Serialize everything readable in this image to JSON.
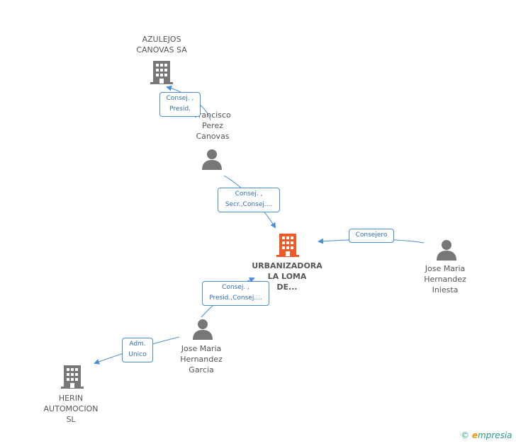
{
  "nodes": {
    "azulejos": {
      "label": "AZULEJOS\nCANOVAS SA"
    },
    "francisco": {
      "label": "Francisco\nPerez\nCanovas"
    },
    "urbanizadora": {
      "label": "URBANIZADORA\nLA LOMA\nDE..."
    },
    "iniesta": {
      "label": "Jose Maria\nHernandez\nIniesta"
    },
    "garcia": {
      "label": "Jose Maria\nHernandez\nGarcia"
    },
    "herin": {
      "label": "HERIN\nAUTOMOCION\nSL"
    }
  },
  "edges": {
    "francisco_azulejos": "Consej. ,\nPresid.",
    "francisco_urbanizadora": "Consej. ,\nSecr.,Consej....",
    "iniesta_urbanizadora": "Consejero",
    "garcia_urbanizadora": "Consej. ,\nPresid.,Consej....",
    "garcia_herin": "Adm.\nUnico"
  },
  "brand": {
    "copyright": "©",
    "e": "e",
    "rest": "mpresia"
  },
  "colors": {
    "edge": "#4a8fd4",
    "company": "#777777",
    "main_company": "#f05a28",
    "person": "#777777"
  }
}
